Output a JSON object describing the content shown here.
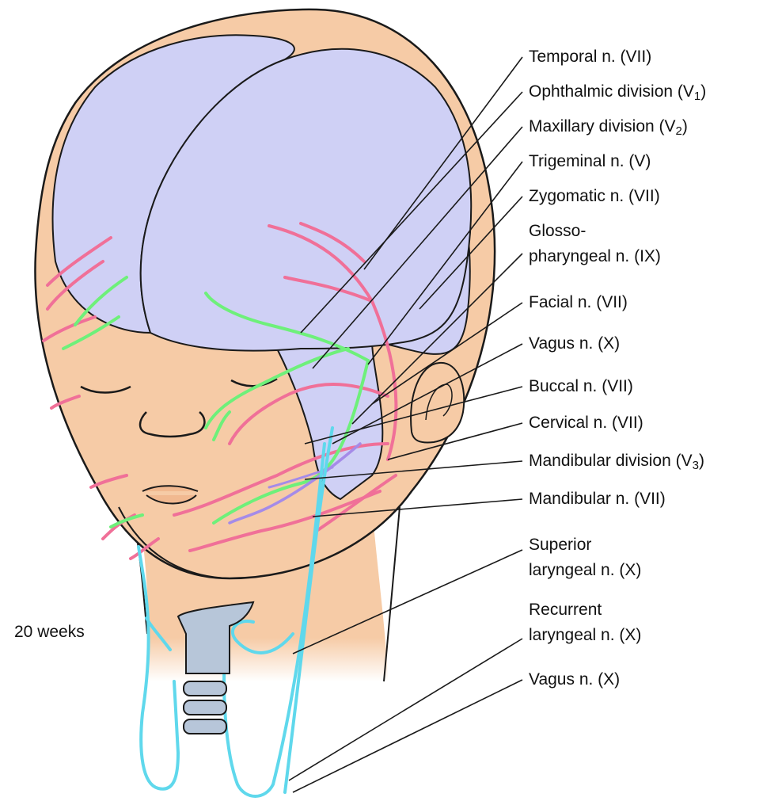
{
  "age_label": "20 weeks",
  "labels": [
    {
      "text": "Temporal n. (VII)"
    },
    {
      "text": "Ophthalmic division (V",
      "sub": "1",
      "tail": ")"
    },
    {
      "text": "Maxillary division (V",
      "sub": "2",
      "tail": ")"
    },
    {
      "text": "Trigeminal n. (V)"
    },
    {
      "text": "Zygomatic n. (VII)"
    },
    {
      "text": "Glosso-"
    },
    {
      "text": "pharyngeal n. (IX)"
    },
    {
      "text": "Facial n. (VII)"
    },
    {
      "text": "Vagus n. (X)"
    },
    {
      "text": "Buccal n. (VII)"
    },
    {
      "text": "Cervical n. (VII)"
    },
    {
      "text": "Mandibular division (V",
      "sub": "3",
      "tail": ")"
    },
    {
      "text": "Mandibular n. (VII)"
    },
    {
      "text": "Superior"
    },
    {
      "text": "laryngeal n. (X)"
    },
    {
      "text": "Recurrent"
    },
    {
      "text": "laryngeal n. (X)"
    },
    {
      "text": "Vagus n. (X)"
    }
  ],
  "colors": {
    "skin": "#f6cba6",
    "skin_dark": "#f1b990",
    "brain": "#cfd0f5",
    "facial_nerve": "#f07098",
    "trigeminal_nerve": "#6ef07a",
    "glossopharyngeal_nerve": "#a58be8",
    "vagus_nerve": "#5fd8ec",
    "trachea": "#b7c6d9",
    "outline": "#1a1a1a"
  }
}
